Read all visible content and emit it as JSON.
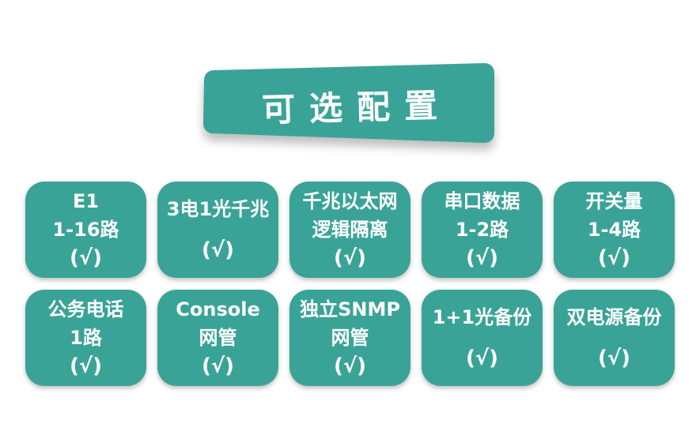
{
  "title": {
    "label": "可选配置"
  },
  "colors": {
    "teal": "#3aa397",
    "text_on_teal": "#ffffff",
    "page_background": "#ffffff"
  },
  "check_symbol": "(√)",
  "cards": [
    {
      "id": "e1",
      "lines": [
        "E1",
        "1-16路",
        "(√)"
      ]
    },
    {
      "id": "ge-3e-1o",
      "lines": [
        "3电1光千兆",
        "(√)"
      ]
    },
    {
      "id": "ge-isolation",
      "lines": [
        "千兆以太网",
        "逻辑隔离",
        "(√)"
      ]
    },
    {
      "id": "serial-data",
      "lines": [
        "串口数据",
        "1-2路",
        "(√)"
      ]
    },
    {
      "id": "dry-contact",
      "lines": [
        "开关量",
        "1-4路",
        "(√)"
      ]
    },
    {
      "id": "service-phone",
      "lines": [
        "公务电话",
        "1路",
        "(√)"
      ]
    },
    {
      "id": "console-mgmt",
      "lines": [
        "Console",
        "网管",
        "(√)"
      ]
    },
    {
      "id": "snmp-mgmt",
      "lines": [
        "独立SNMP",
        "网管",
        "(√)"
      ]
    },
    {
      "id": "optical-backup",
      "lines": [
        "1+1光备份",
        "(√)"
      ]
    },
    {
      "id": "power-backup",
      "lines": [
        "双电源备份",
        "(√)"
      ]
    }
  ]
}
